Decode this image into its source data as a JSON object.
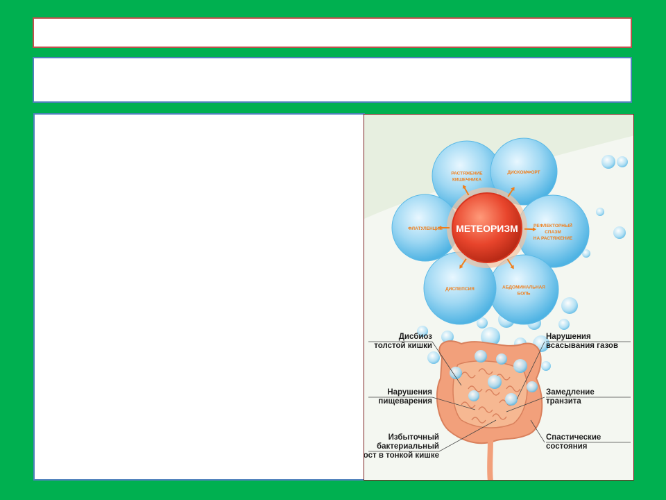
{
  "slide": {
    "title": "",
    "subtitle": "",
    "body_text": ""
  },
  "diagram": {
    "center_label": "МЕТЕОРИЗМ",
    "bubbles": [
      {
        "id": "top-left",
        "lines": [
          "РАСТЯЖЕНИЕ",
          "КИШЕЧНИКА"
        ]
      },
      {
        "id": "top-right",
        "lines": [
          "ДИСКОМФОРТ"
        ]
      },
      {
        "id": "right",
        "lines": [
          "РЕФЛЕКТОРНЫЙ",
          "СПАЗМ",
          "НА РАСТЯЖЕНИЕ"
        ]
      },
      {
        "id": "bottom-right",
        "lines": [
          "АБДОМИНАЛЬНАЯ",
          "БОЛЬ"
        ]
      },
      {
        "id": "bottom-left",
        "lines": [
          "ДИСПЕПСИЯ"
        ]
      },
      {
        "id": "left",
        "lines": [
          "ФЛАТУЛЕНЦИЯ"
        ]
      }
    ],
    "causes_left": [
      {
        "id": "dysbiosis",
        "lines": [
          "Дисбиоз",
          "толстой кишки"
        ]
      },
      {
        "id": "digestion",
        "lines": [
          "Нарушения",
          "пищеварения"
        ]
      },
      {
        "id": "bacterial",
        "lines": [
          "Избыточный",
          "бактериальный",
          "рост в тонкой кишке"
        ]
      }
    ],
    "causes_right": [
      {
        "id": "gas-absorption",
        "lines": [
          "Нарушения",
          "всасывания газов"
        ]
      },
      {
        "id": "transit",
        "lines": [
          "Замедление",
          "транзита"
        ]
      },
      {
        "id": "spastic",
        "lines": [
          "Спастические",
          "состояния"
        ]
      }
    ],
    "colors": {
      "bubble": "#8fd3f2",
      "center": "#e8452c",
      "accent": "#f07d1a",
      "label": "#1e1e1e",
      "intestine": "#f2a07b"
    }
  }
}
